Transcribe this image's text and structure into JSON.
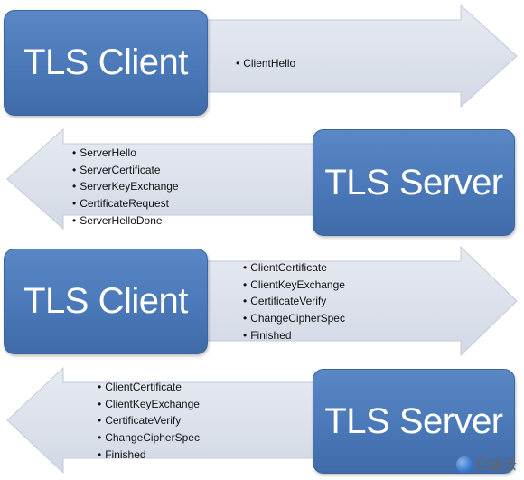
{
  "steps": [
    {
      "box_label": "TLS Client",
      "messages": [
        "ClientHello"
      ]
    },
    {
      "box_label": "TLS Server",
      "messages": [
        "ServerHello",
        "ServerCertificate",
        "ServerKeyExchange",
        "CertificateRequest",
        "ServerHelloDone"
      ]
    },
    {
      "box_label": "TLS Client",
      "messages": [
        "ClientCertificate",
        "ClientKeyExchange",
        "CertificateVerify",
        "ChangeCipherSpec",
        "Finished"
      ]
    },
    {
      "box_label": "TLS Server",
      "messages": [
        "ClientCertificate",
        "ClientKeyExchange",
        "CertificateVerify",
        "ChangeCipherSpec",
        "Finished"
      ]
    }
  ],
  "watermark": {
    "text": "亿速云"
  },
  "colors": {
    "box": "#4a78b8",
    "arrow_fill": "#dde3ee",
    "arrow_stroke": "#c3cad8"
  }
}
